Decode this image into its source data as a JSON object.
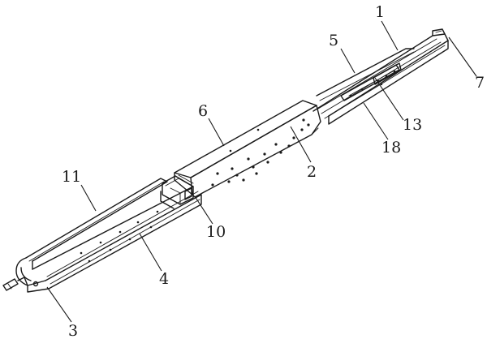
{
  "callouts": [
    {
      "id": "1",
      "text": "1"
    },
    {
      "id": "2",
      "text": "2"
    },
    {
      "id": "3",
      "text": "3"
    },
    {
      "id": "4",
      "text": "4"
    },
    {
      "id": "5",
      "text": "5"
    },
    {
      "id": "6",
      "text": "6"
    },
    {
      "id": "7",
      "text": "7"
    },
    {
      "id": "10",
      "text": "10"
    },
    {
      "id": "11",
      "text": "11"
    },
    {
      "id": "13",
      "text": "13"
    },
    {
      "id": "18",
      "text": "18"
    }
  ]
}
